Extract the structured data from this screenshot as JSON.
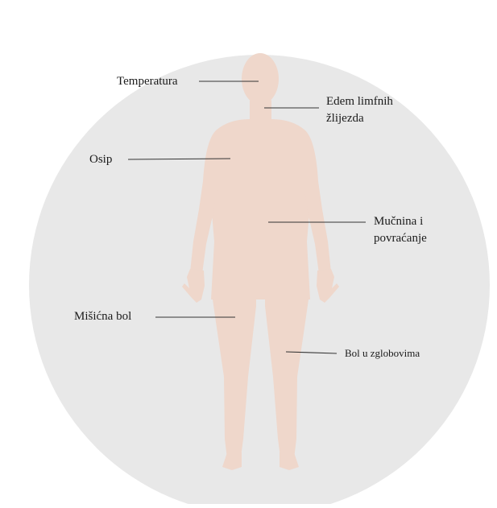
{
  "colors": {
    "background_circle": "#e8e8e8",
    "body_silhouette": "#efd7cb",
    "leader_line": "#333333",
    "label_text": "#1a1a1a"
  },
  "labels": {
    "temperatura": "Temperatura",
    "edem_line1": "Edem limfnih",
    "edem_line2": "žlijezda",
    "osip": "Osip",
    "mucnina_line1": "Mučnina i",
    "mucnina_line2": "povraćanje",
    "misicna_bol": "Mišićna bol",
    "bol_u_zglobovima": "Bol u zglobovima"
  }
}
